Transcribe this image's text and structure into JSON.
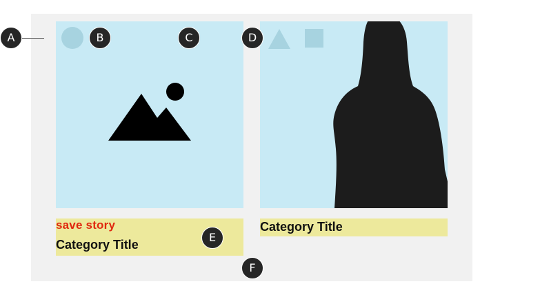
{
  "markers": [
    "A",
    "B",
    "C",
    "D",
    "E",
    "F"
  ],
  "card_left": {
    "save_label": "save story",
    "category_title": "Category Title",
    "image_icon": "mountain-image-icon"
  },
  "card_right": {
    "category_title": "Category Title",
    "image": "person-silhouette"
  },
  "colors": {
    "panel": "#f1f1f1",
    "image_bg": "#c8eaf5",
    "caption_bg": "#ede99c",
    "save_label": "#e0280f",
    "marker": "#262626"
  }
}
